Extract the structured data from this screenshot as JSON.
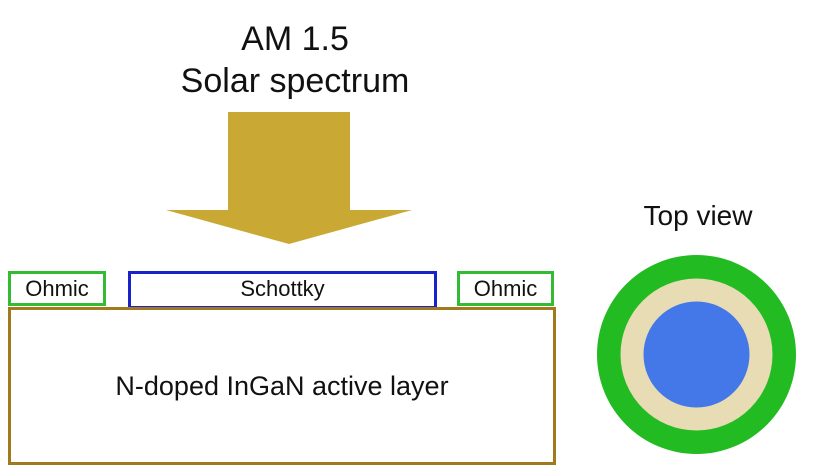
{
  "illumination": {
    "line1": "AM 1.5",
    "line2": "Solar spectrum",
    "arrow_color": "#c9a933"
  },
  "contacts": {
    "ohmic_left": "Ohmic",
    "schottky": "Schottky",
    "ohmic_right": "Ohmic",
    "ohmic_color": "#33bb33",
    "schottky_color": "#1a22cc"
  },
  "active_layer": {
    "label": "N-doped InGaN active layer",
    "border_color": "#a07a1c"
  },
  "top_view": {
    "label": "Top view",
    "outer_ring_color": "#22bb22",
    "middle_ring_color": "#e8dcb4",
    "inner_disc_color": "#4477e8"
  }
}
